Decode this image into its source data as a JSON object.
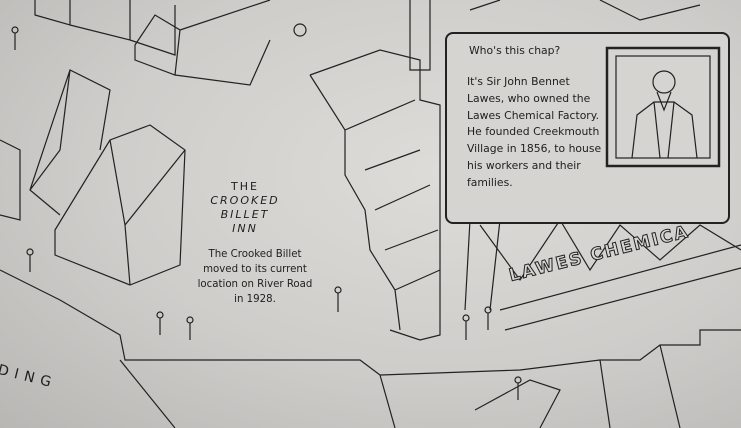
{
  "inn": {
    "title_line1": "THE",
    "title_line2": "CROOKED",
    "title_line3": "BILLET",
    "title_line4": "INN",
    "description": "The Crooked Billet moved to its current location on River Road in 1928."
  },
  "callout": {
    "question": "Who's this chap?",
    "body": "It's Sir John Bennet Lawes, who owned the Lawes Chemical Factory. He founded Creekmouth Village in 1856, to house his workers and their families."
  },
  "labels": {
    "factory": "LAWES CHEMICA",
    "road": "DING"
  },
  "colors": {
    "ink": "#1e1e1e",
    "panel": "#d6d4d1"
  }
}
